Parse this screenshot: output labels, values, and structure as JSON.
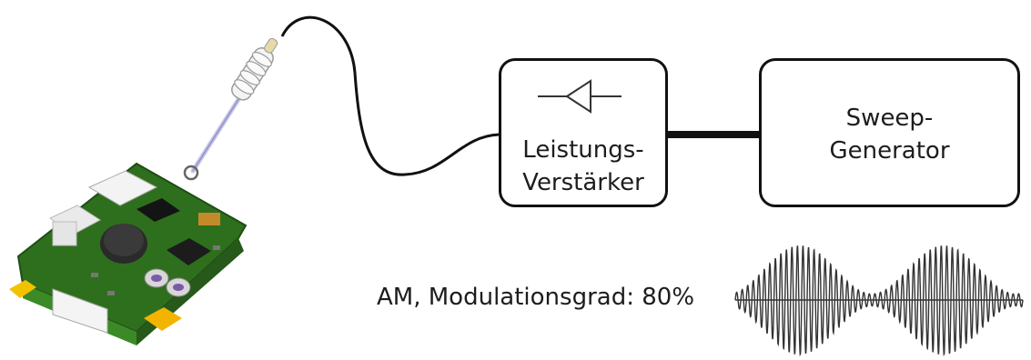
{
  "amplifier": {
    "line1": "Leistungs-",
    "line2": "Verstärker"
  },
  "generator": {
    "line1": "Sweep-",
    "line2": "Generator"
  },
  "modulation": {
    "label": "AM, Modulationsgrad: 80%",
    "depth": 0.8,
    "envelope_lobes": 2
  },
  "icons": {
    "amp_symbol": "amplifier-triangle-icon",
    "board": "pcb-board-illustration",
    "probe": "field-probe-illustration"
  },
  "colors": {
    "line": "#111111",
    "pcb": "#2f7a1f",
    "connector": "#f2b400"
  }
}
